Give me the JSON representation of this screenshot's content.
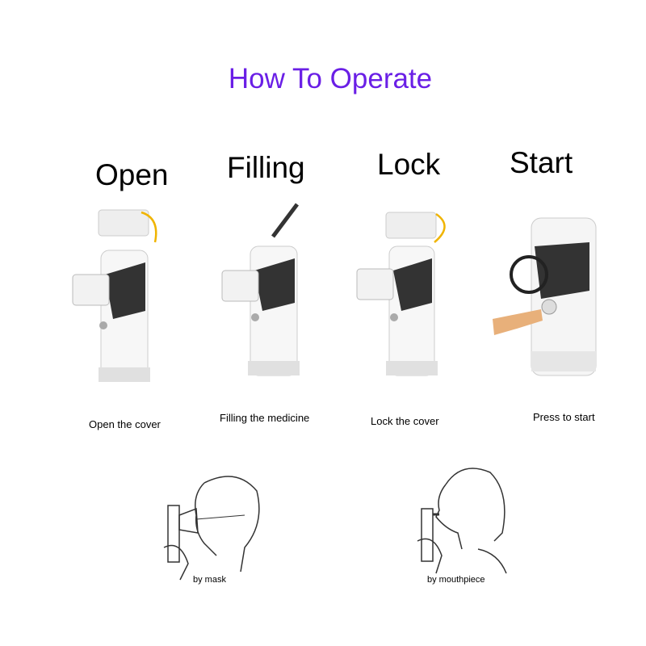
{
  "title": "How To Operate",
  "steps": [
    {
      "title": "Open",
      "caption": "Open the cover"
    },
    {
      "title": "Filling",
      "caption": "Filling the medicine"
    },
    {
      "title": "Lock",
      "caption": "Lock the cover"
    },
    {
      "title": "Start",
      "caption": "Press to start"
    }
  ],
  "usage": [
    {
      "caption": "by mask"
    },
    {
      "caption": "by mouthpiece"
    }
  ],
  "colors": {
    "title": "#6a1fe6",
    "arrow": "#f0b400"
  }
}
